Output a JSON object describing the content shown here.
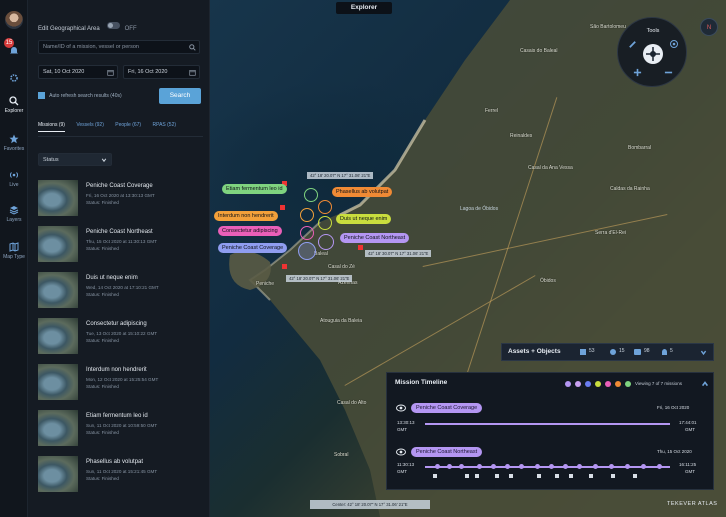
{
  "window": {
    "title": "Explorer"
  },
  "rail": {
    "notifications": "15",
    "items": [
      {
        "label": "Explorer",
        "icon": "search-icon",
        "active": true
      },
      {
        "label": "Favorites",
        "icon": "star-icon"
      },
      {
        "label": "Live",
        "icon": "live-icon"
      },
      {
        "label": "Layers",
        "icon": "layers-icon"
      },
      {
        "label": "Map Type",
        "icon": "map-type-icon"
      }
    ]
  },
  "panel": {
    "edit_geo": "Edit Geographical Area",
    "edit_geo_state": "OFF",
    "search_placeholder": "Name/ID of a mission, vessel or person",
    "date_from": "Sat, 10 Oct 2020",
    "date_to": "Fri, 16 Oct 2020",
    "auto_refresh": "Auto refresh search results (40s)",
    "search_button": "Search",
    "tabs": [
      "Missions (9)",
      "Vessels (92)",
      "People (67)",
      "RPAS (52)"
    ],
    "status_filter": "Status",
    "missions": [
      {
        "title": "Peniche Coast Coverage",
        "date": "Fri, 16 Oct 2020 at 13:30:13 GMT",
        "status": "Status: Finished"
      },
      {
        "title": "Peniche Coast Northeast",
        "date": "Thu, 15 Oct 2020 at 11:30:13 GMT",
        "status": "Status: Finished"
      },
      {
        "title": "Duis ut neque enim",
        "date": "Wed, 14 Oct 2020 at 17:10:21 GMT",
        "status": "Status: Finished"
      },
      {
        "title": "Consectetur adipiscing",
        "date": "Tue, 13 Oct 2020 at 15:10:22 GMT",
        "status": "Status: Finished"
      },
      {
        "title": "Interdum non hendrerit",
        "date": "Mon, 12 Oct 2020 at 15:25:54 GMT",
        "status": "Status: Finished"
      },
      {
        "title": "Etiam fermentum leo id",
        "date": "Sun, 11 Oct 2020 at 10:59:50 GMT",
        "status": "Status: Finished"
      },
      {
        "title": "Phasellus ab volutpat",
        "date": "Sun, 11 Oct 2020 at 15:21:45 GMT",
        "status": "Status: Finished"
      }
    ]
  },
  "map": {
    "place_labels": [
      {
        "text": "Casais do Baleal"
      },
      {
        "text": "Ferrel"
      },
      {
        "text": "Reinaldes"
      },
      {
        "text": "Casal da Ana Vessa"
      },
      {
        "text": "Bombarral"
      },
      {
        "text": "Caldas da Rainha"
      },
      {
        "text": "Serra d'El-Rei"
      },
      {
        "text": "Óbidos"
      },
      {
        "text": "Atouguia da Baleia"
      },
      {
        "text": "Casal do Alto"
      },
      {
        "text": "Sobral"
      },
      {
        "text": "Peniche"
      },
      {
        "text": "Casal do Zé"
      },
      {
        "text": "Azenhas"
      },
      {
        "text": "Baleal"
      },
      {
        "text": "São Bartolomeu"
      }
    ],
    "water_labels": [
      "Lagoa de Óbidos"
    ],
    "mission_labels": [
      {
        "text": "Etiam fermentum leo id",
        "color": "#7fd37f"
      },
      {
        "text": "Phasellus ab volutpat",
        "color": "#f08a35"
      },
      {
        "text": "Interdum non hendrerit",
        "color": "#f2a03a"
      },
      {
        "text": "Duis ut neque enim",
        "color": "#c9dd3e"
      },
      {
        "text": "Consectetur adipiscing",
        "color": "#ea5fb8"
      },
      {
        "text": "Peniche Coast Northeast",
        "color": "#b496f2"
      },
      {
        "text": "Peniche Coast Coverage",
        "color": "#8f9df0"
      }
    ],
    "coord_tags": [
      "42° 18' 20.07\" N 17° 31.06' 21\"E",
      "42° 18' 20.07\" N 17° 31.06' 21\"E",
      "42° 18' 30.07\" N 17° 31.06' 21\"E"
    ],
    "center": "Center: 42° 18' 20.07\" N 17° 31.06' 21\"E",
    "tools_title": "Tools"
  },
  "assets": {
    "title": "Assets + Objects",
    "counts": [
      "53",
      "15",
      "98",
      "5"
    ]
  },
  "timeline": {
    "title": "Mission Timeline",
    "viewing": "Viewing 7 of 7 missions",
    "dot_colors": [
      "#b496f2",
      "#c9a0f0",
      "#6a7cf0",
      "#c9dd3e",
      "#ea5fb8",
      "#f08a35",
      "#7fd37f"
    ],
    "rows": [
      {
        "name": "Peniche Coast Coverage",
        "date": "Fri, 16 Oct 2020",
        "start": "13:30:13",
        "end": "17:44:01",
        "unit": "GMT"
      },
      {
        "name": "Peniche Coast Northeast",
        "date": "Thu, 15 Oct 2020",
        "start": "11:30:13",
        "end": "16:11:25",
        "unit": "GMT"
      }
    ]
  },
  "brand": "TEKEVER ATLAS"
}
